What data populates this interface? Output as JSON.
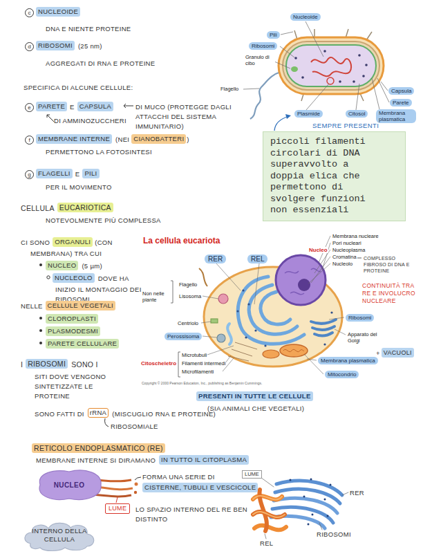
{
  "diagram": {
    "nodes": [
      {
        "text": [
          "piccoli filamenti circolari di DNA superavvolto a doppia elica che permettono di svolgere funzioni non essenziali"
        ]
      },
      {
        "text": [
          "NUCLEO"
        ]
      },
      {
        "text": [
          "LUME"
        ]
      },
      {
        "text": [
          "INTERNO DELLA CELLULA"
        ]
      },
      {
        "text": [
          "LUME"
        ]
      }
    ],
    "labels": [
      "c",
      "NUCLEOIDE",
      "DNA E NIENTE PROTEINE",
      "d",
      "RIBOSOMI",
      "(25 nm)",
      "AGGREGATI DI RNA E PROTEINE",
      "SPECIFICA DI ALCUNE CELLULE:",
      "e",
      "PARETE",
      "E",
      "CAPSULA",
      "DI MUCO (PROTEGGE DAGLI ATTACCHI DEL SISTEMA IMMUNITARIO)",
      "DI AMMINOZUCCHERI",
      "f",
      "MEMBRANE INTERNE",
      "(NEI",
      "CIANOBATTERI",
      ")",
      "PERMETTONO LA FOTOSINTESI",
      "g",
      "FLAGELLI",
      "E",
      "PILI",
      "PER IL MOVIMENTO",
      "CELLULA",
      "EUCARIOTICA",
      "NOTEVOLMENTE PIÙ COMPLESSA",
      "CI SONO",
      "ORGANULI",
      "(CON",
      "MEMBRANA) TRA CUI",
      "NUCLEO",
      "(5 µm)",
      "NUCLEOLO",
      "DOVE HA",
      "INIZIO IL MONTAGGIO DEI RIBOSOMI",
      "NELLE",
      "CELLULE VEGETALI",
      "CLOROPLASTI",
      "PLASMODESMI",
      "PARETE CELLULARE",
      "I",
      "RIBOSOMI",
      "SONO I",
      "SITI DOVE VENGONO SINTETIZZATE LE PROTEINE",
      "SONO FATTI DI",
      "rRNA",
      "(MISCUGLIO RNA E PROTEINE)",
      "RIBOSOMIALE",
      "PRESENTI IN TUTTE LE CELLULE",
      "(SIA ANIMALI CHE VEGETALI)",
      "RETICOLO ENDOPLASMATICO (RE)",
      "MEMBRANE INTERNE SI DIRAMANO",
      "IN TUTTO IL CITOPLASMA",
      "FORMA UNA SERIE DI",
      "CISTERNE, TUBULI E VESCICOLE",
      "LO SPAZIO INTERNO DEL RE BEN DISTINTO",
      "RER",
      "RIBOSOMI",
      "REL",
      "Nucleoide",
      "Pili",
      "Ribosomi",
      "Granulo di cibo",
      "Flagello",
      "Capsula",
      "Parete",
      "Plasmide",
      "Citosol",
      "Membrana plasmatica",
      "SEMPRE PRESENTI",
      "La cellula eucariota",
      "RER",
      "REL",
      "Membrana nucleare",
      "Pori nucleari",
      "Nucleo",
      "Nucleoplasma",
      "Cromatina",
      "Nucleolo",
      "COMPLESSO FIBROSO DI DNA E PROTEINE",
      "CONTINUITÀ TRA RE E INVOLUCRO NUCLEARE",
      "Flagello",
      "Non nelle piante",
      "Lisosoma",
      "Centriolo",
      "Perossisoma",
      "Ribosomi",
      "Apparato del Golgi",
      "+",
      "VACUOLI",
      "Membrana plasmatica",
      "Citoscheletro",
      "Microtubuli",
      "Filamenti intermedi",
      "Microfilamenti",
      "Mitocondrio",
      "Copyright © 2000 Pearson Education, Inc., publishing as Benjamin Cummings."
    ]
  }
}
